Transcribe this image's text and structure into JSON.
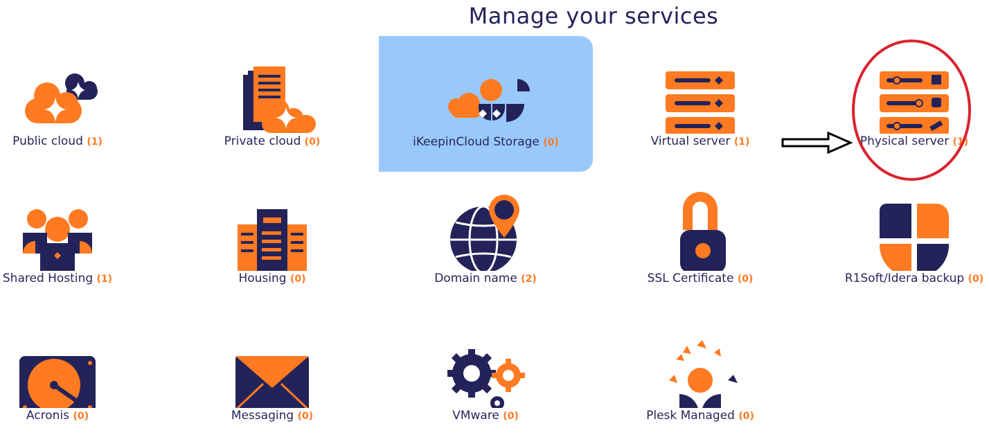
{
  "page": {
    "title": "Manage your services"
  },
  "colors": {
    "navy": "#23235a",
    "orange": "#ff7a21",
    "selected_bg": "#99c9fb",
    "annotation_red": "#d9232e"
  },
  "services": [
    {
      "id": "public-cloud",
      "label": "Public cloud",
      "count": "(1)",
      "icon": "cloud-icon"
    },
    {
      "id": "private-cloud",
      "label": "Private cloud",
      "count": "(0)",
      "icon": "private-cloud-icon"
    },
    {
      "id": "ikeepincloud-storage",
      "label": "iKeepinCloud Storage",
      "count": "(0)",
      "icon": "storage-icon",
      "selected": true
    },
    {
      "id": "virtual-server",
      "label": "Virtual server",
      "count": "(1)",
      "icon": "virtual-server-icon"
    },
    {
      "id": "physical-server",
      "label": "Physical server",
      "count": "(1)",
      "icon": "physical-server-icon"
    },
    {
      "id": "shared-hosting",
      "label": "Shared Hosting",
      "count": "(1)",
      "icon": "shared-hosting-icon"
    },
    {
      "id": "housing",
      "label": "Housing",
      "count": "(0)",
      "icon": "housing-icon"
    },
    {
      "id": "domain-name",
      "label": "Domain name",
      "count": "(2)",
      "icon": "globe-pin-icon"
    },
    {
      "id": "ssl-certificate",
      "label": "SSL Certificate",
      "count": "(0)",
      "icon": "padlock-icon"
    },
    {
      "id": "r1soft-backup",
      "label": "R1Soft/Idera backup",
      "count": "(0)",
      "icon": "backup-icon"
    },
    {
      "id": "acronis",
      "label": "Acronis",
      "count": "(0)",
      "icon": "hard-drive-icon"
    },
    {
      "id": "messaging",
      "label": "Messaging",
      "count": "(0)",
      "icon": "envelope-icon"
    },
    {
      "id": "vmware",
      "label": "VMware",
      "count": "(0)",
      "icon": "gears-icon"
    },
    {
      "id": "plesk-managed",
      "label": "Plesk Managed",
      "count": "(0)",
      "icon": "plesk-icon"
    }
  ]
}
